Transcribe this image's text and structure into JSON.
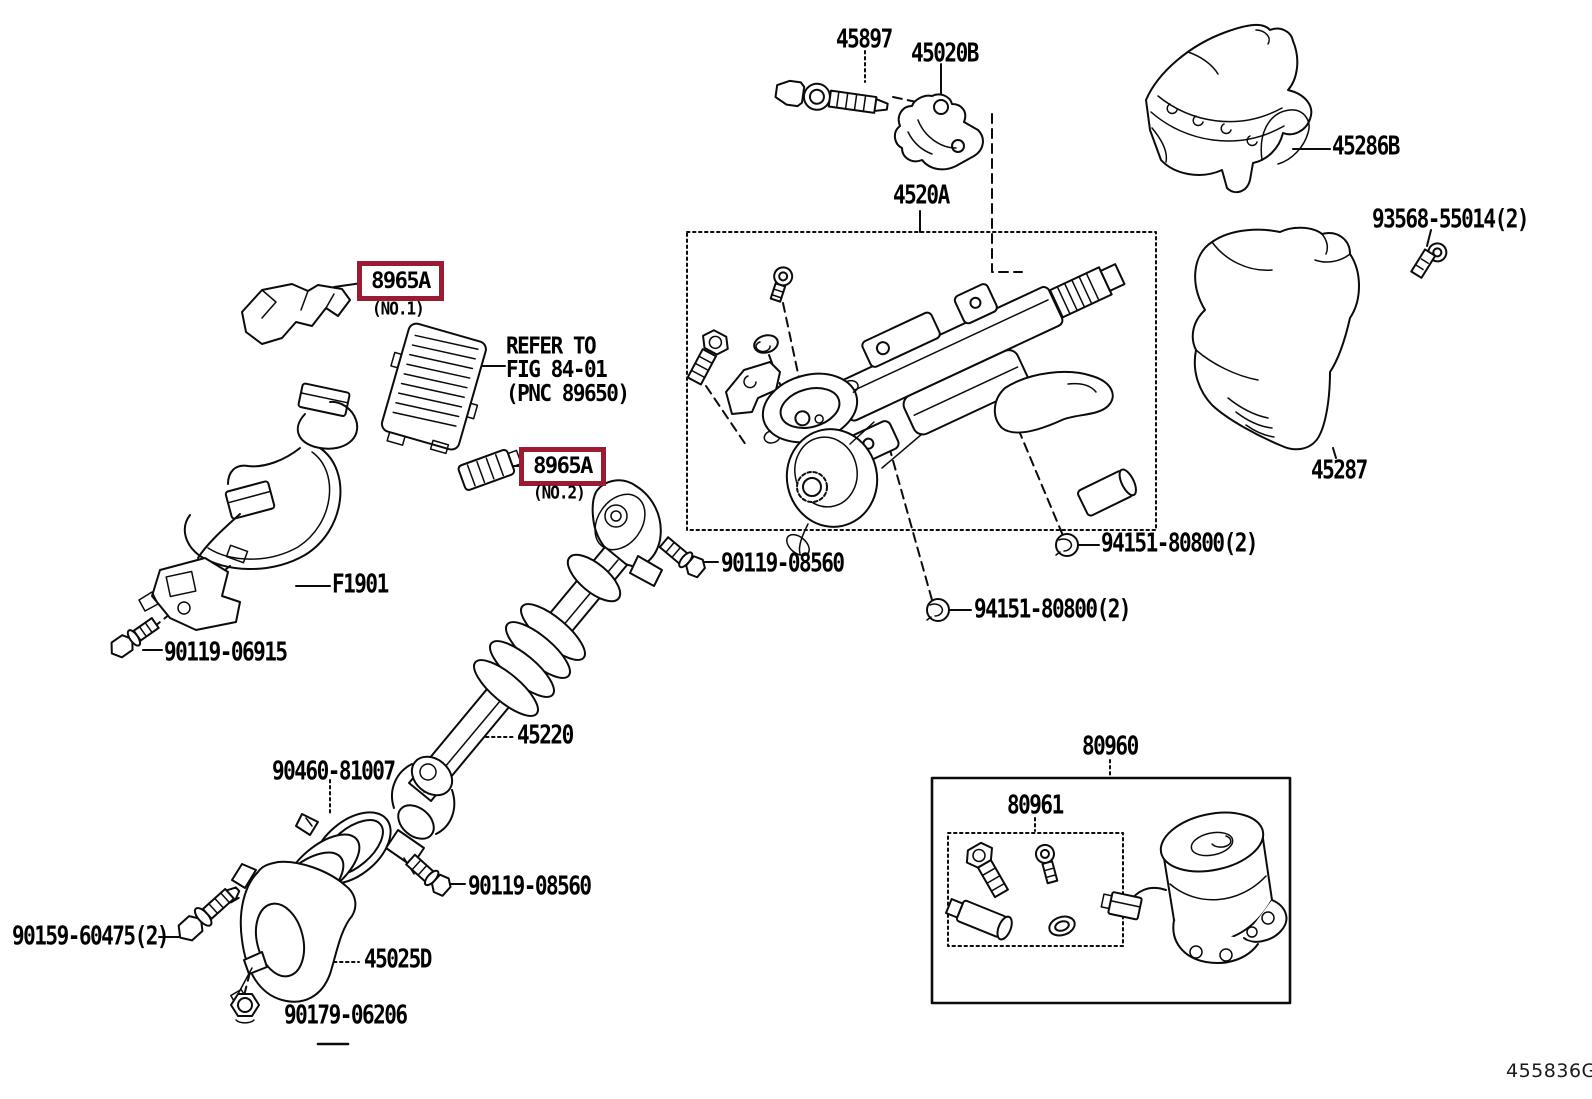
{
  "colors": {
    "line": "#0b0b0b",
    "highlight_box": "#9b1b33",
    "background": "#ffffff"
  },
  "callouts": {
    "p45897": "45897",
    "p45020b": "45020B",
    "p45286b": "45286B",
    "p93568": "93568-55014(2)",
    "p4520a": "4520A",
    "p45287": "45287",
    "p8965a_no1": "8965A",
    "p8965a_no1_sub": "(NO.1)",
    "p8965a_no2": "8965A",
    "p8965a_no2_sub": "(NO.2)",
    "refer_1": "REFER TO",
    "refer_2": "FIG 84-01",
    "refer_3": "(PNC 89650)",
    "pf1901": "F1901",
    "p90119_06915": "90119-06915",
    "p90119_08560_upper": "90119-08560",
    "p90119_08560_lower": "90119-08560",
    "p94151_80800_a": "94151-80800(2)",
    "p94151_80800_b": "94151-80800(2)",
    "p45220": "45220",
    "p90460_81007": "90460-81007",
    "p90159_60475": "90159-60475(2)",
    "p45025d": "45025D",
    "p90179_06206": "90179-06206",
    "p80960": "80960",
    "p80961": "80961"
  },
  "footer": {
    "figure_code": "455836G"
  }
}
